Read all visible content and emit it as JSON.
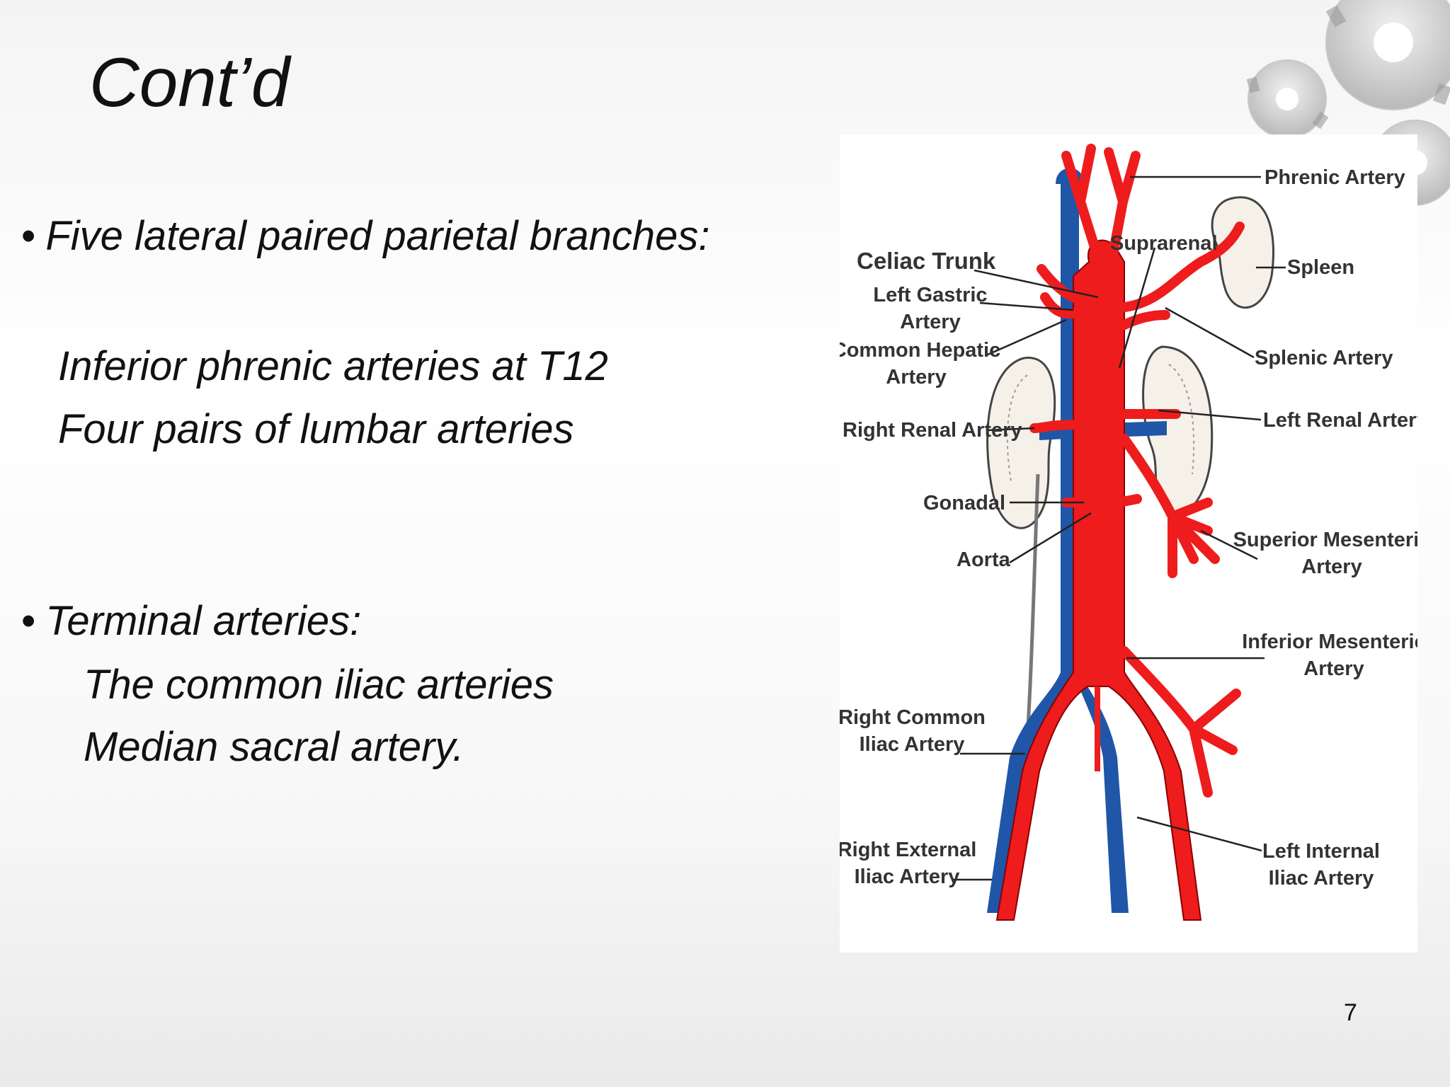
{
  "slide": {
    "title": "Cont’d",
    "bullets": [
      {
        "text": "Five lateral paired parietal branches:",
        "items": [
          "Inferior phrenic arteries at T12",
          "Four pairs of lumbar arteries"
        ]
      },
      {
        "text": "Terminal arteries:",
        "items": [
          "The common iliac arteries",
          "Median sacral artery."
        ]
      }
    ],
    "bullet_glyph": "•",
    "page_number": "7"
  },
  "diagram": {
    "labels": {
      "phrenic": "Phrenic Artery",
      "suprarenal": "Suprarenal",
      "spleen": "Spleen",
      "celiac": "Celiac Trunk",
      "left_gastric_1": "Left Gastric",
      "left_gastric_2": "Artery",
      "common_hepatic_1": "Common Hepatic",
      "common_hepatic_2": "Artery",
      "splenic": "Splenic Artery",
      "right_renal": "Right Renal Artery",
      "left_renal": "Left Renal Artery",
      "gonadal": "Gonadal",
      "aorta": "Aorta",
      "sma_1": "Superior Mesenteric",
      "sma_2": "Artery",
      "ima_1": "Inferior Mesenteric",
      "ima_2": "Artery",
      "rcia_1": "Right Common",
      "rcia_2": "Iliac Artery",
      "reia_1": "Right External",
      "reia_2": "Iliac Artery",
      "liia_1": "Left Internal",
      "liia_2": "Iliac Artery"
    },
    "colors": {
      "artery": "#ee1c1c",
      "vein": "#1f56a8",
      "artery_outline": "#8a0000",
      "leader": "#222222"
    }
  }
}
